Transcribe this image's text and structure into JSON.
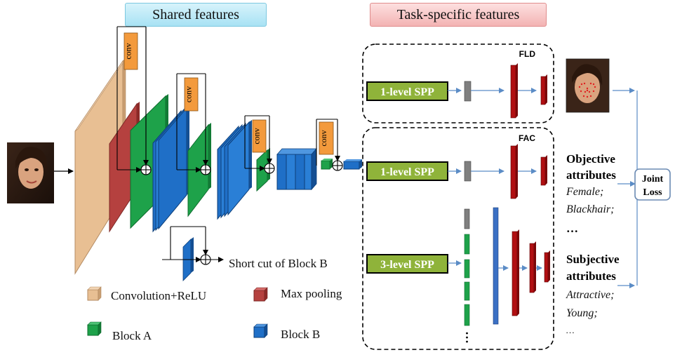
{
  "headers": {
    "shared": "Shared features",
    "task": "Task-specific features"
  },
  "conv_label": "conv",
  "shortcut_label": "Short cut of  Block B",
  "legend": {
    "conv_relu": "Convolution+ReLU",
    "max_pooling": "Max pooling",
    "block_a": "Block A",
    "block_b": "Block B"
  },
  "branches": {
    "fld": "FLD",
    "fac": "FAC",
    "spp1_top": "1-level SPP",
    "spp1_mid": "1-level SPP",
    "spp3": "3-level SPP"
  },
  "attributes": {
    "objective_title_1": "Objective",
    "objective_title_2": "attributes",
    "objective_item_1": "Female;",
    "objective_item_2": "Blackhair;",
    "objective_ellipsis": "…",
    "subjective_title_1": "Subjective",
    "subjective_title_2": "attributes",
    "subjective_item_1": "Attractive;",
    "subjective_item_2": "Young;",
    "subjective_ellipsis": "…"
  },
  "joint_loss": {
    "line1": "Joint",
    "line2": "Loss"
  },
  "colors": {
    "conv_relu": "#e8bf93",
    "max_pool": "#b5413f",
    "block_a": "#1ea24a",
    "block_b": "#1f6fc7",
    "spp_fill": "#8fb33a",
    "conv_tag": "#f39a3c",
    "fc_red": "#b10f12",
    "arrow_blue": "#5b8cc6",
    "shared_header": "#bfe9f6",
    "task_header": "#f7c6c6"
  },
  "icons": {
    "input_face": "face-photo",
    "output_face": "face-photo-with-landmarks"
  }
}
